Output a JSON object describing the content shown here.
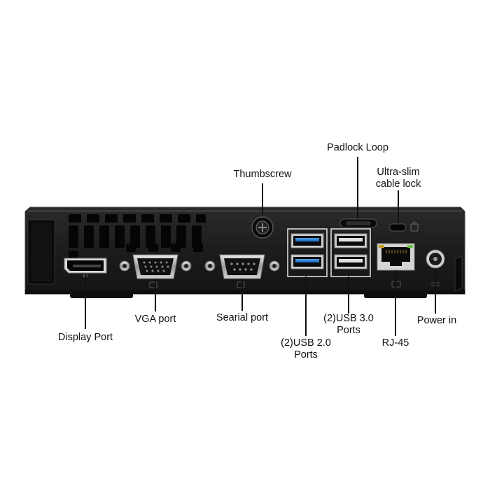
{
  "labels": {
    "padlock_loop": "Padlock Loop",
    "thumbscrew": "Thumbscrew",
    "cable_lock_line1": "Ultra-slim",
    "cable_lock_line2": "cable lock",
    "display_port": "Display Port",
    "vga_port": "VGA port",
    "serial_port": "Searial port",
    "usb20_line1": "(2)USB 2.0",
    "usb20_line2": "Ports",
    "usb30_line1": "(2)USB 3.0",
    "usb30_line2": "Ports",
    "rj45": "RJ-45",
    "power_in": "Power in"
  },
  "colors": {
    "chassis": "#1c1c1c",
    "chassis_edge": "#3a3a3a",
    "vent": "#050505",
    "usb_blue": "#2a7fd4",
    "label_text": "#111111"
  }
}
